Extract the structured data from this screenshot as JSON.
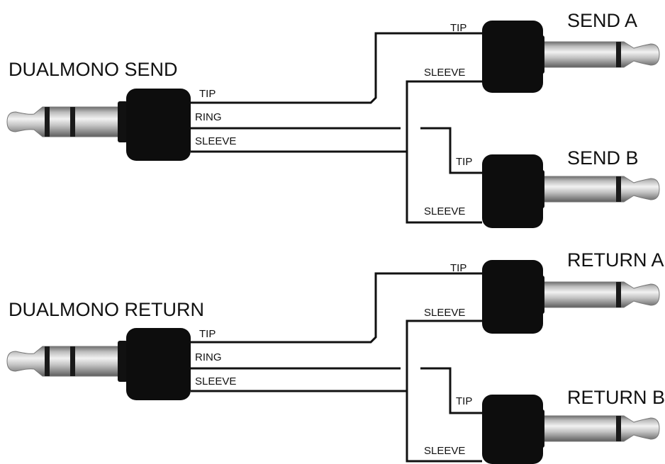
{
  "colors": {
    "housing": "#0d0d0d",
    "wire": "#111111",
    "metal": "#b0b0b0",
    "background": "#ffffff"
  },
  "groups": {
    "send": {
      "title": "DUALMONO SEND",
      "stereo_plug": {
        "tip_label": "TIP",
        "ring_label": "RING",
        "sleeve_label": "SLEEVE"
      },
      "plug_a": {
        "title": "SEND A",
        "tip_label": "TIP",
        "sleeve_label": "SLEEVE"
      },
      "plug_b": {
        "title": "SEND B",
        "tip_label": "TIP",
        "sleeve_label": "SLEEVE"
      }
    },
    "return": {
      "title": "DUALMONO RETURN",
      "stereo_plug": {
        "tip_label": "TIP",
        "ring_label": "RING",
        "sleeve_label": "SLEEVE"
      },
      "plug_a": {
        "title": "RETURN A",
        "tip_label": "TIP",
        "sleeve_label": "SLEEVE"
      },
      "plug_b": {
        "title": "RETURN B",
        "tip_label": "TIP",
        "sleeve_label": "SLEEVE"
      }
    }
  }
}
